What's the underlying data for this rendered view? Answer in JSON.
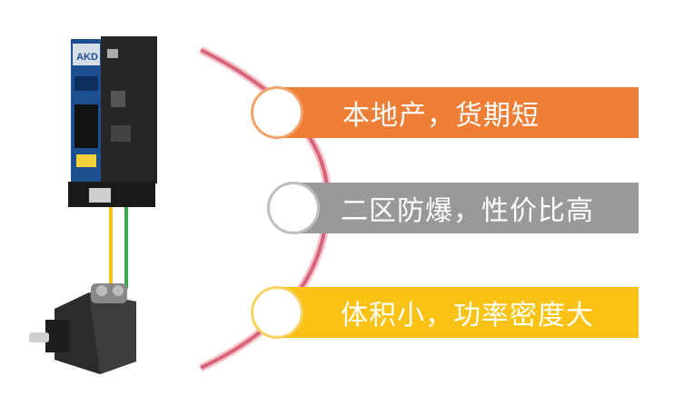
{
  "drive_label": "AKD",
  "features": [
    {
      "label": "本地产，货期短",
      "color": "#EE7E35"
    },
    {
      "label": "二区防爆，性价比高",
      "color": "#999999"
    },
    {
      "label": "体积小，功率密度大",
      "color": "#FAC214"
    }
  ],
  "colors": {
    "arc_outer": "#D9647A",
    "arc_inner": "#F3C4CC",
    "cable_yellow": "#F2C21A",
    "cable_green": "#3AA84C"
  }
}
